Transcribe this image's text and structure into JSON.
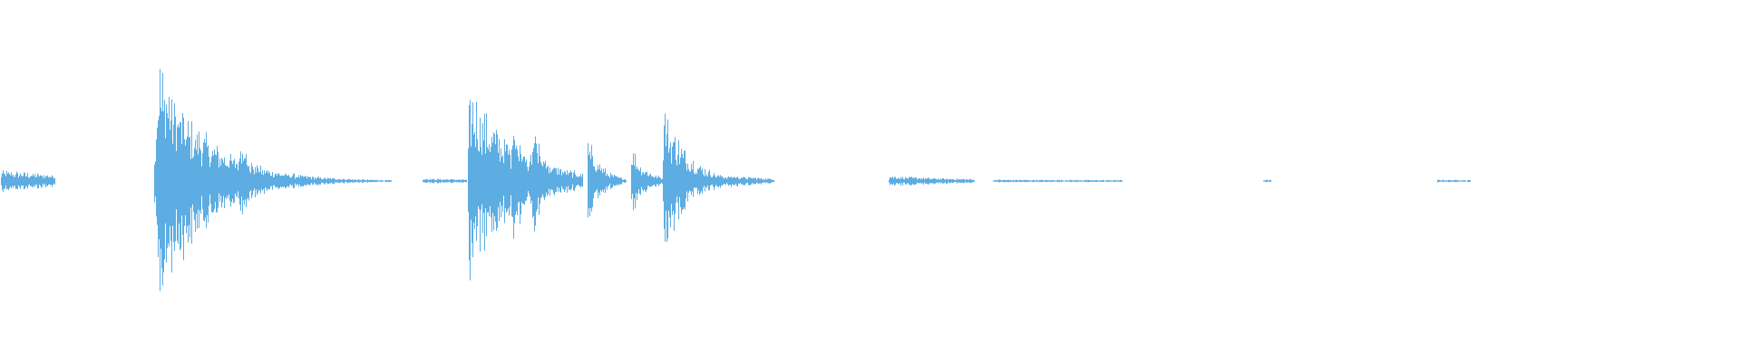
{
  "waveform": {
    "color": "#5DADE2",
    "background": "#FFFFFF",
    "segments": [
      {
        "start": 0.0,
        "end": 0.032,
        "peak": 0.08,
        "decay": 0.5
      },
      {
        "start": 0.088,
        "end": 0.225,
        "peak": 1.0,
        "decay": 5.0
      },
      {
        "start": 0.137,
        "end": 0.17,
        "peak": 0.35,
        "decay": 4.0
      },
      {
        "start": 0.242,
        "end": 0.268,
        "peak": 0.02,
        "decay": 0.5
      },
      {
        "start": 0.268,
        "end": 0.335,
        "peak": 0.72,
        "decay": 2.5
      },
      {
        "start": 0.294,
        "end": 0.318,
        "peak": 0.6,
        "decay": 3.5
      },
      {
        "start": 0.305,
        "end": 0.33,
        "peak": 0.45,
        "decay": 3.5
      },
      {
        "start": 0.337,
        "end": 0.36,
        "peak": 0.35,
        "decay": 3.0
      },
      {
        "start": 0.362,
        "end": 0.385,
        "peak": 0.3,
        "decay": 3.0
      },
      {
        "start": 0.38,
        "end": 0.42,
        "peak": 0.62,
        "decay": 3.0
      },
      {
        "start": 0.418,
        "end": 0.445,
        "peak": 0.05,
        "decay": 1.0
      },
      {
        "start": 0.51,
        "end": 0.56,
        "peak": 0.04,
        "decay": 1.0
      },
      {
        "start": 0.57,
        "end": 0.645,
        "peak": 0.01,
        "decay": 0.3
      },
      {
        "start": 0.725,
        "end": 0.73,
        "peak": 0.01,
        "decay": 0.3
      },
      {
        "start": 0.825,
        "end": 0.845,
        "peak": 0.01,
        "decay": 0.3
      }
    ]
  }
}
